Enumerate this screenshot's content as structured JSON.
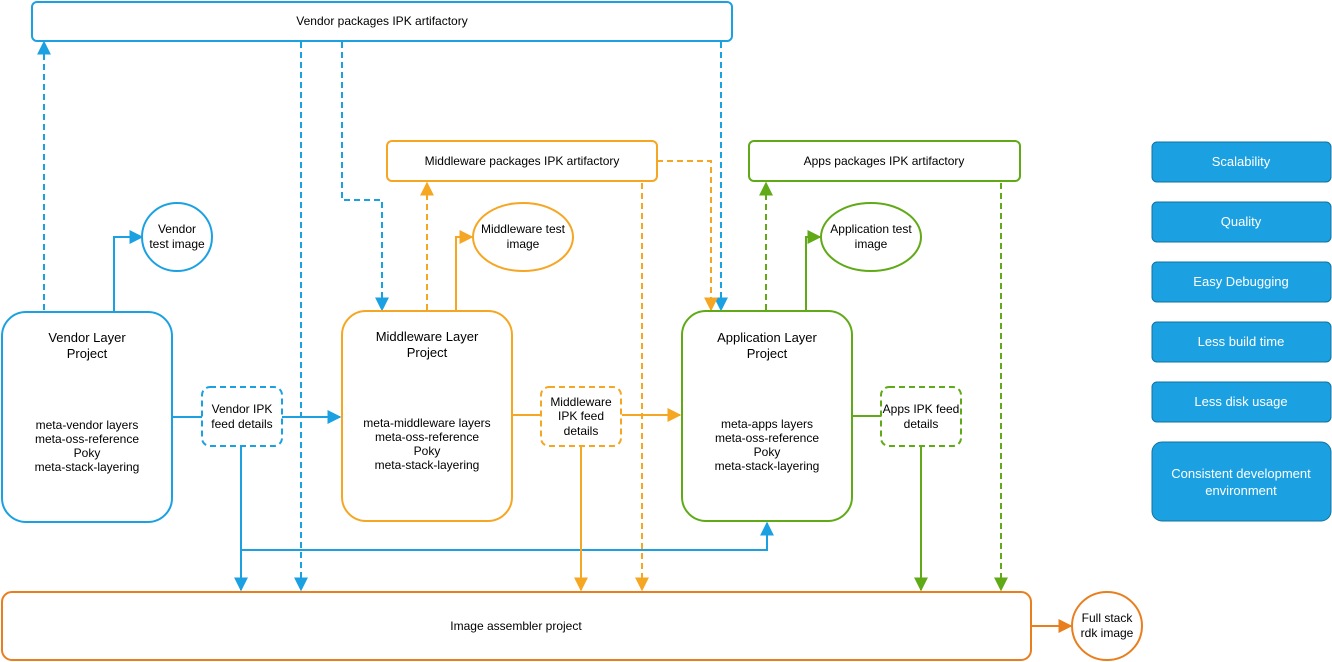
{
  "colors": {
    "vendor": "#1ba1e2",
    "middleware": "#f5a623",
    "application": "#60a917",
    "assembler": "#e87e1e",
    "benefit_fill": "#1ba1e2",
    "benefit_stroke": "#10739e"
  },
  "artifactories": {
    "vendor": "Vendor packages IPK artifactory",
    "middleware": "Middleware packages IPK artifactory",
    "apps": "Apps packages IPK artifactory"
  },
  "test_images": {
    "vendor": [
      "Vendor",
      "test image"
    ],
    "middleware": [
      "Middleware test",
      "image"
    ],
    "application": [
      "Application test",
      "image"
    ]
  },
  "layers": {
    "vendor": {
      "title": [
        "Vendor Layer",
        "Project"
      ],
      "items": [
        "meta-vendor layers",
        "meta-oss-reference",
        "Poky",
        "meta-stack-layering"
      ]
    },
    "middleware": {
      "title": [
        "Middleware Layer",
        "Project"
      ],
      "items": [
        "meta-middleware layers",
        "meta-oss-reference",
        "Poky",
        "meta-stack-layering"
      ]
    },
    "application": {
      "title": [
        "Application Layer",
        "Project"
      ],
      "items": [
        "meta-apps layers",
        "meta-oss-reference",
        "Poky",
        "meta-stack-layering"
      ]
    }
  },
  "feeds": {
    "vendor": [
      "Vendor IPK",
      "feed details"
    ],
    "middleware": [
      "Middleware",
      "IPK feed",
      "details"
    ],
    "apps": [
      "Apps IPK feed",
      "details"
    ]
  },
  "assembler": "Image assembler project",
  "full_stack": [
    "Full stack",
    "rdk image"
  ],
  "benefits": [
    [
      "Scalability"
    ],
    [
      "Quality"
    ],
    [
      "Easy Debugging"
    ],
    [
      "Less build time"
    ],
    [
      "Less disk usage"
    ],
    [
      "Consistent development",
      "environment"
    ]
  ]
}
